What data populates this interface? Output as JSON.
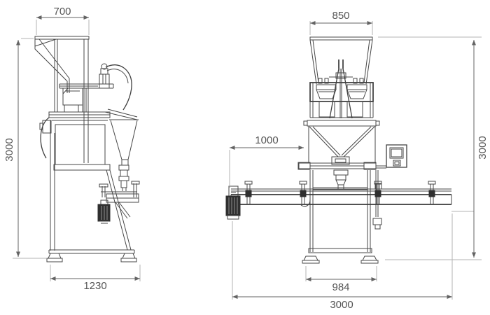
{
  "drawing": {
    "description": "Two-view technical line drawing of a semi-automatic weighing and filling machine with conveyor",
    "colors": {
      "background": "#ffffff",
      "line": "#474747",
      "dimension_line": "#636363",
      "extension_line": "#b3b3b3",
      "dimension_text": "#555555",
      "motor_fill": "#2f2f2f"
    },
    "dimensions": {
      "side_hopper_width": "700",
      "side_overall_height": "3000",
      "side_base_width": "1230",
      "front_hopper_width": "850",
      "front_hopper_offset": "1000",
      "front_overall_height": "3000",
      "front_base_width": "984",
      "front_conveyor_length": "3000"
    }
  }
}
